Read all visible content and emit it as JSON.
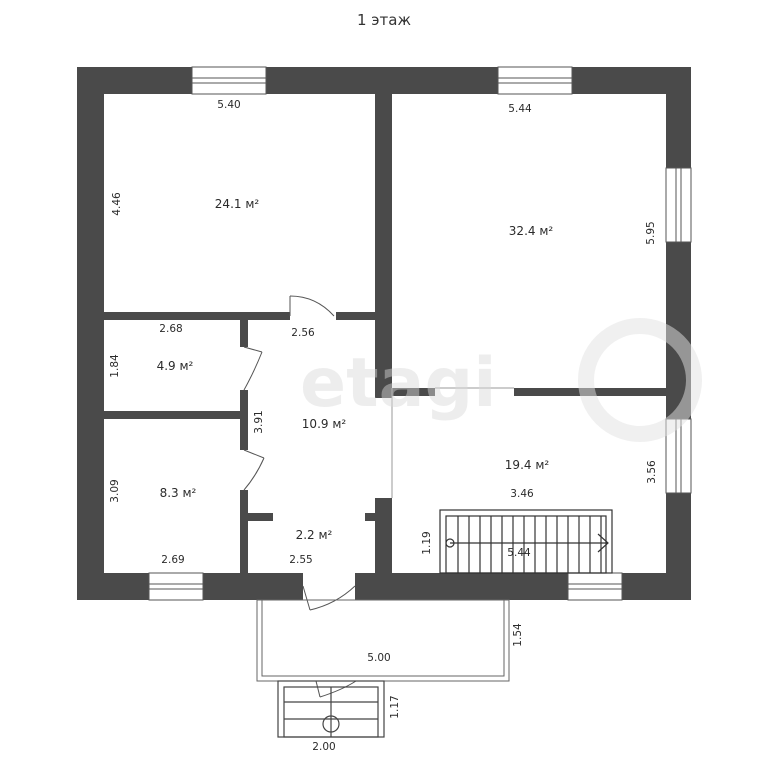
{
  "title": "1 этаж",
  "watermark": "etagi",
  "colors": {
    "wall": "#4a4a4a",
    "window": "#ffffff",
    "line": "#555555"
  },
  "rooms": {
    "room_top_left": {
      "area": "24.1 м²",
      "width": "5.40",
      "height": "4.46"
    },
    "room_top_right": {
      "area": "32.4 м²",
      "width": "5.44",
      "height": "5.95"
    },
    "room_small": {
      "area": "4.9 м²",
      "width": "2.68",
      "height": "1.84"
    },
    "hall": {
      "area": "10.9 м²",
      "width": "2.56",
      "height": "3.91"
    },
    "room_bottom_left": {
      "area": "8.3 м²",
      "width": "2.69",
      "height": "3.09"
    },
    "vestibule": {
      "area": "2.2 м²",
      "width": "2.55"
    },
    "living_bottom_right": {
      "area": "19.4 м²",
      "width": "3.46",
      "height": "3.56"
    }
  },
  "stairs": {
    "length": "5.44",
    "width": "1.19"
  },
  "porch": {
    "width": "5.00",
    "depth": "1.54"
  },
  "steps": {
    "width": "2.00",
    "depth": "1.17"
  }
}
